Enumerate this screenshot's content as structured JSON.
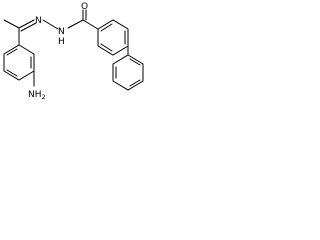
{
  "molecule": {
    "atoms": {
      "carbonyl_oxygen": "O",
      "hydrazone_nitrogen_1": "N",
      "hydrazone_nitrogen_2": "N",
      "hydrazone_hydrogen": "H",
      "amine": {
        "main": "NH",
        "subscript": "2"
      }
    }
  }
}
